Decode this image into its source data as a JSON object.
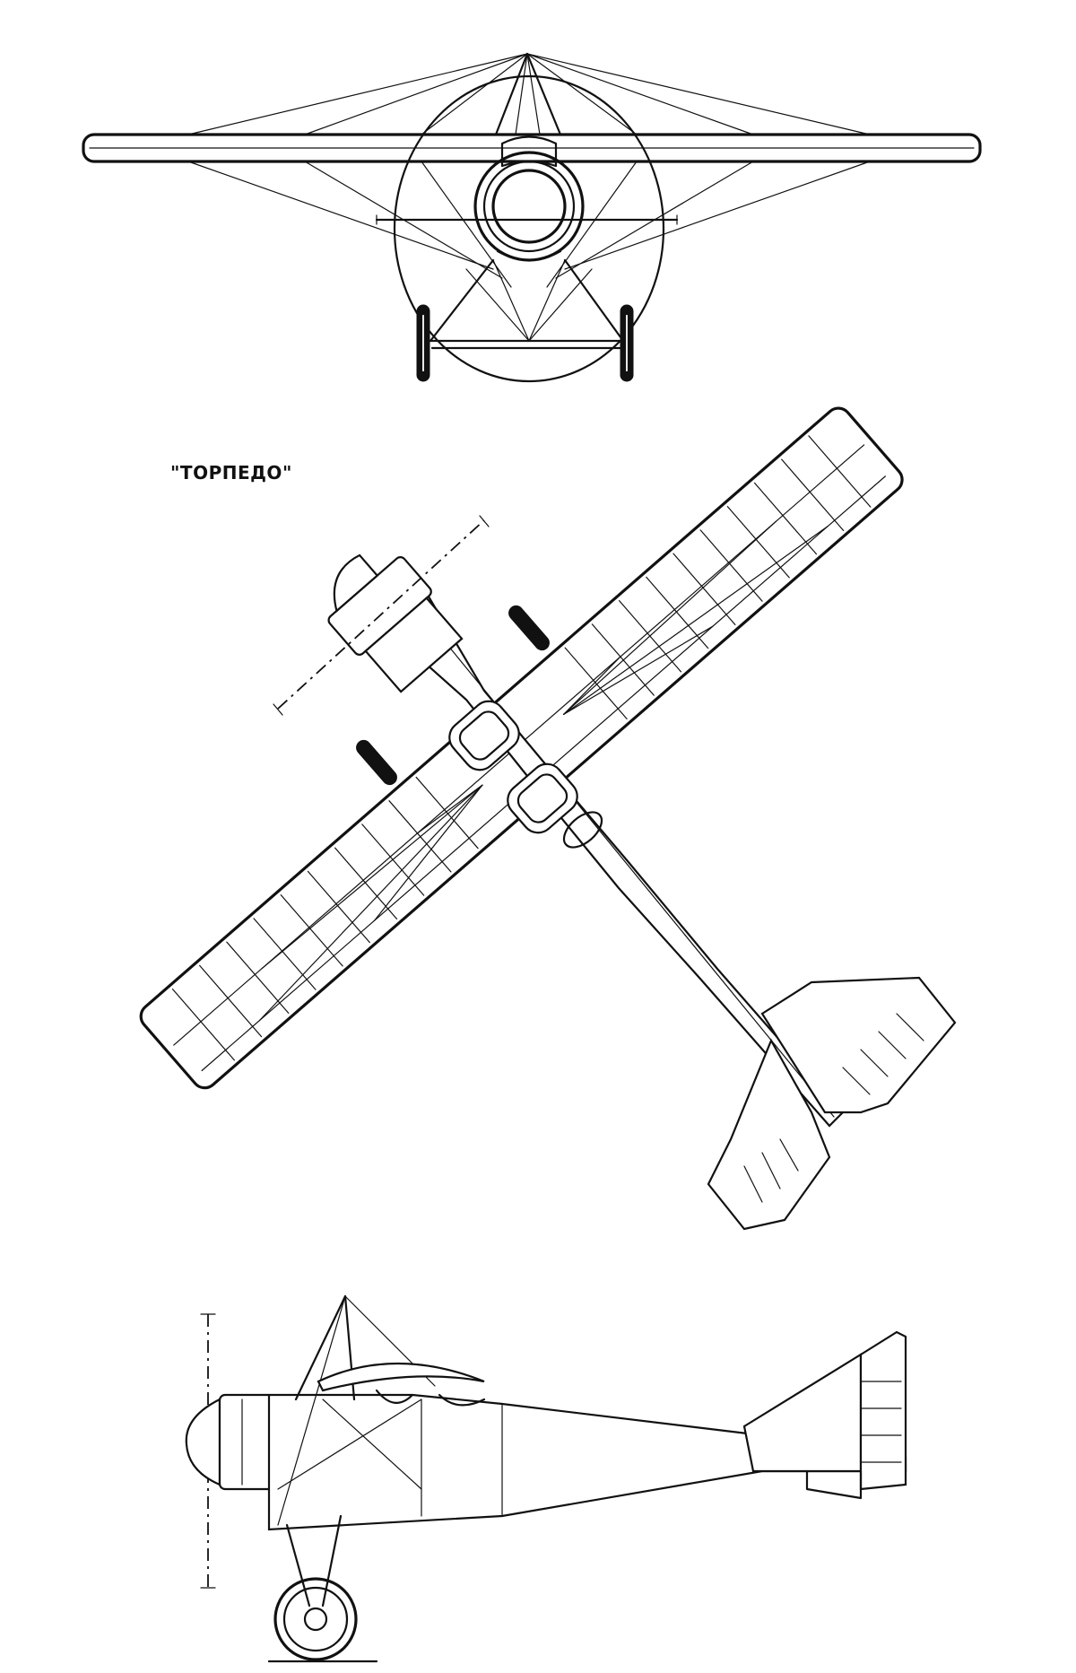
{
  "title": "\"ТОРПЕДО\"",
  "views": [
    "front",
    "top",
    "side"
  ],
  "colors": {
    "ink": "#111111",
    "paper": "#ffffff"
  }
}
